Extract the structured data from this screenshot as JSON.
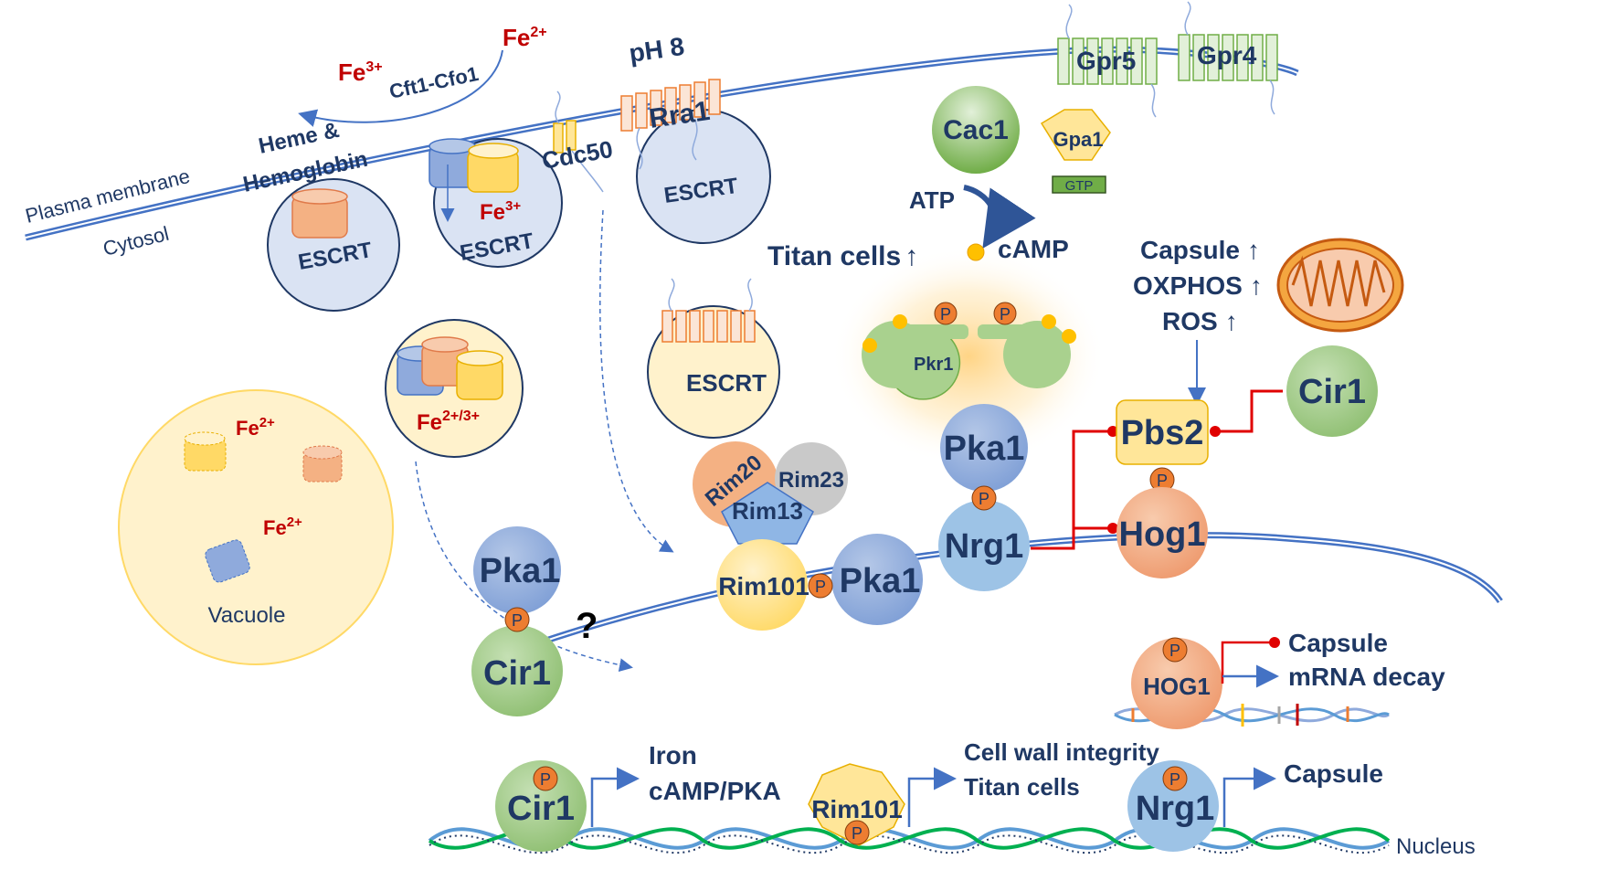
{
  "membrane": {
    "plasma_membrane": "Plasma membrane",
    "cytosol": "Cytosol",
    "nucleus": "Nucleus",
    "ph": "pH 8"
  },
  "iron": {
    "fe3": "Fe",
    "fe3_sup": "3+",
    "fe2": "Fe",
    "fe2_sup": "2+",
    "cft": "Cft1-Cfo1",
    "heme": "Heme &",
    "hemoglobin": "Hemoglobin",
    "escrt_fe3": "Fe",
    "escrt_fe3_sup": "3+",
    "vesicle_fe": "Fe",
    "vesicle_fe_sup": "2+/3+",
    "vac_fe1": "Fe",
    "vac_fe1_sup": "2+",
    "vac_fe2": "Fe",
    "vac_fe2_sup": "2+",
    "vacuole": "Vacuole"
  },
  "receptors": {
    "cdc50": "Cdc50",
    "rra1": "Rra1",
    "gpr5": "Gpr5",
    "gpr4": "Gpr4",
    "escrt": "ESCRT"
  },
  "camp": {
    "cac1": "Cac1",
    "gpa1": "Gpa1",
    "gtp": "GTP",
    "atp": "ATP",
    "camp": "cAMP",
    "titan": "Titan cells",
    "pkr1": "Pkr1",
    "p": "P"
  },
  "outputs": {
    "capsule": "Capsule",
    "oxphos": "OXPHOS",
    "ros": "ROS",
    "up_arrow": "↑"
  },
  "proteins": {
    "pka1": "Pka1",
    "nrg1": "Nrg1",
    "pbs2": "Pbs2",
    "hog1": "Hog1",
    "cir1": "Cir1",
    "rim20": "Rim20",
    "rim23": "Rim23",
    "rim13": "Rim13",
    "rim101": "Rim101",
    "question": "?"
  },
  "nucleus_targets": {
    "HOG1": "HOG1",
    "capsule": "Capsule",
    "mrna": "mRNA decay",
    "cir1_t1": "Iron",
    "cir1_t2": "cAMP/PKA",
    "rim_t1": "Cell wall integrity",
    "rim_t2": "Titan cells",
    "nrg_t1": "Capsule"
  },
  "colors": {
    "membrane": "#4472c4",
    "blue_circle": "#8faadc",
    "green_circle": "#a9d18e",
    "salmon_circle": "#f4b183",
    "yellow_fill": "#ffe699",
    "phospho": "#ed7d31",
    "inhibit": "#e00000",
    "text_dark": "#1f3864",
    "iron_red": "#c00000"
  }
}
